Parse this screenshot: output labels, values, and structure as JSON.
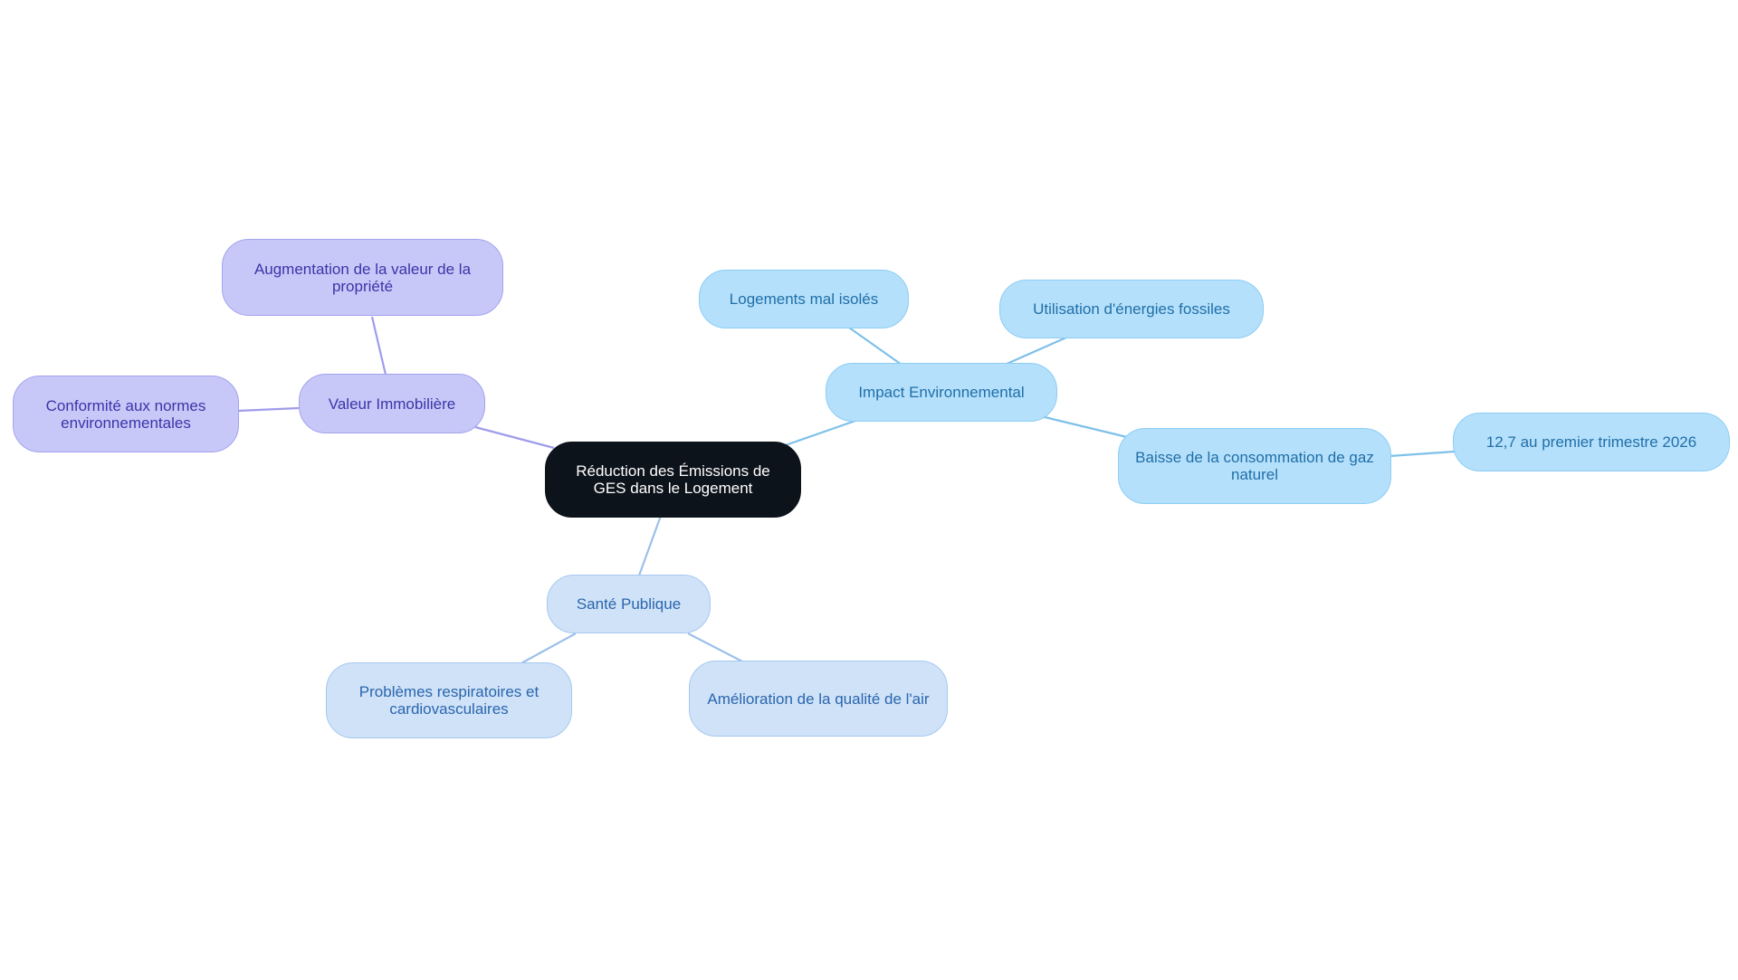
{
  "mindmap": {
    "root": {
      "label": "Réduction des Émissions de GES dans le Logement"
    },
    "branches": [
      {
        "key": "environment",
        "label": "Impact Environnemental",
        "color": "#b5e0fb",
        "children": [
          {
            "label": "Logements mal isolés"
          },
          {
            "label": "Utilisation d'énergies fossiles"
          },
          {
            "label": "Baisse de la consommation de gaz naturel",
            "children": [
              {
                "label": "12,7 au premier trimestre 2026"
              }
            ]
          }
        ]
      },
      {
        "key": "health",
        "label": "Santé Publique",
        "color": "#cfe2f8",
        "children": [
          {
            "label": "Problèmes respiratoires et cardiovasculaires"
          },
          {
            "label": "Amélioration de la qualité de l'air"
          }
        ]
      },
      {
        "key": "property",
        "label": "Valeur Immobilière",
        "color": "#c8c8f8",
        "children": [
          {
            "label": "Augmentation de la valeur de la propriété"
          },
          {
            "label": "Conformité aux normes environnementales"
          }
        ]
      }
    ]
  }
}
